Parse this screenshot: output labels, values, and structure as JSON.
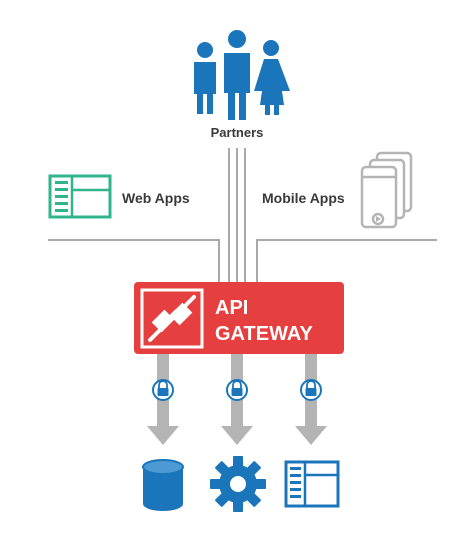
{
  "nodes": {
    "partners": {
      "label": "Partners",
      "icon": "people-group-icon"
    },
    "web_apps": {
      "label": "Web Apps",
      "icon": "browser-window-icon"
    },
    "mobile_apps": {
      "label": "Mobile Apps",
      "icon": "mobile-devices-icon"
    },
    "gateway": {
      "line1": "API",
      "line2": "GATEWAY",
      "icon": "plug-connector-icon"
    },
    "backends": [
      {
        "icon": "database-icon"
      },
      {
        "icon": "gear-icon"
      },
      {
        "icon": "app-window-icon"
      }
    ],
    "locks": [
      {
        "icon": "lock-icon"
      },
      {
        "icon": "lock-icon"
      },
      {
        "icon": "lock-icon"
      }
    ]
  },
  "colors": {
    "blue": "#1b75bb",
    "green": "#2fb48d",
    "gray": "#b4b4b4",
    "line": "#a9a9a9",
    "red": "#e5403f",
    "text": "#3a3a3a"
  }
}
